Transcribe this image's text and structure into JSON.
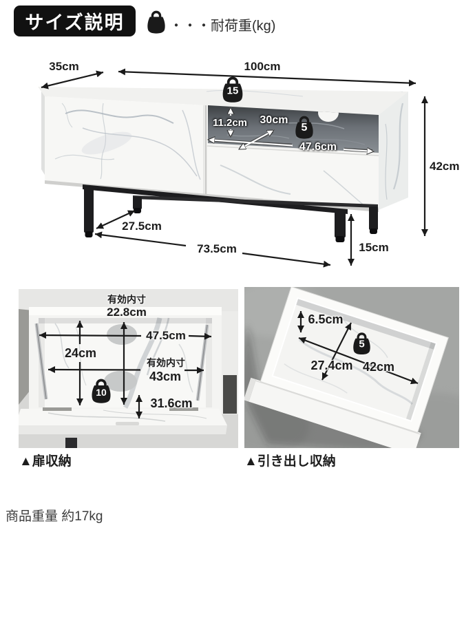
{
  "header": {
    "badge": "サイズ説明",
    "legend": "・・・耐荷重(kg)"
  },
  "main": {
    "depth": "35cm",
    "width": "100cm",
    "height": "42cm",
    "shelf_height": "11.2cm",
    "shelf_depth": "30cm",
    "shelf_width": "47.6cm",
    "leg_inset_depth": "27.5cm",
    "leg_span": "73.5cm",
    "leg_height": "15cm",
    "load_top": "15",
    "load_shelf": "5"
  },
  "door": {
    "note_top": "有効内寸",
    "inner_height": "22.8cm",
    "width": "47.5cm",
    "door_height": "24cm",
    "note_mid": "有効内寸",
    "inner_width": "43cm",
    "inner_depth": "31.6cm",
    "load": "10",
    "caption": "▲扉収納"
  },
  "drawer": {
    "inner_height": "6.5cm",
    "inner_depth": "27.4cm",
    "inner_width": "42cm",
    "load": "5",
    "caption": "▲引き出し収納"
  },
  "footer": {
    "weight": "商品重量 約17kg"
  },
  "colors": {
    "accent_black": "#1a1a1a",
    "marble_vein": "#aab3bc",
    "recess_dark": "#4a4f54"
  }
}
